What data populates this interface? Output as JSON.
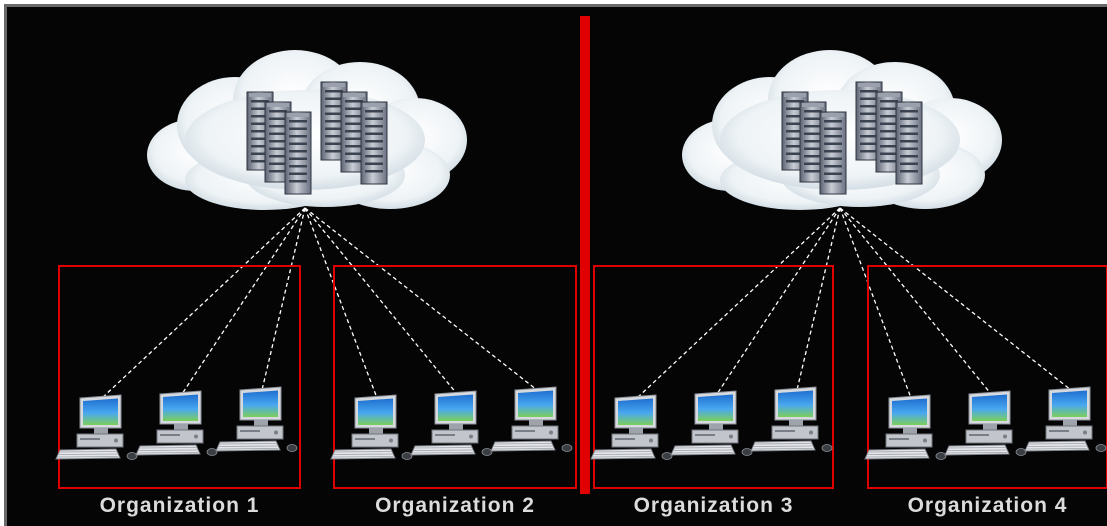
{
  "diagram": {
    "colors": {
      "background": "#050505",
      "divider": "#e00000",
      "box_border": "#e00000",
      "link_line": "#ffffff",
      "label_text": "#dcdcdc"
    },
    "clouds": [
      {
        "icon": "cloud-server-icon"
      },
      {
        "icon": "cloud-server-icon"
      }
    ],
    "organizations": [
      {
        "label": "Organization 1",
        "computers": 3
      },
      {
        "label": "Organization 2",
        "computers": 3
      },
      {
        "label": "Organization 3",
        "computers": 3
      },
      {
        "label": "Organization 4",
        "computers": 3
      }
    ]
  }
}
